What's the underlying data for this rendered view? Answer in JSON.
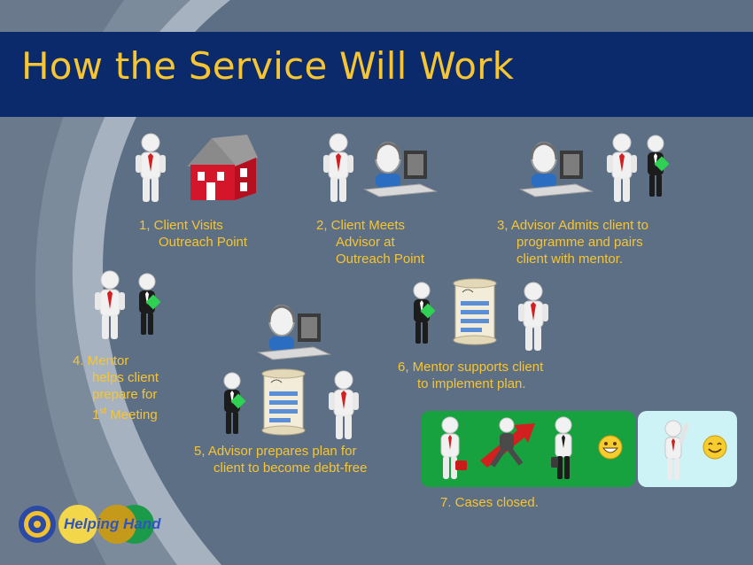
{
  "title": "How the Service Will Work",
  "steps": [
    {
      "lines": [
        "1, Client Visits",
        "Outreach Point"
      ]
    },
    {
      "lines": [
        "2, Client Meets",
        "Advisor at",
        "Outreach Point"
      ]
    },
    {
      "lines": [
        "3, Advisor Admits client to",
        "programme and pairs",
        "client with mentor."
      ]
    },
    {
      "lines": [
        "4.  Mentor",
        "helps client",
        "prepare for"
      ],
      "last_prefix": "1",
      "last_sup": "st",
      "last_suffix": " Meeting"
    },
    {
      "lines": [
        "5, Advisor prepares plan for",
        "client to become debt-free"
      ]
    },
    {
      "lines": [
        "6, Mentor supports client",
        "to implement plan."
      ]
    },
    {
      "lines": [
        "7.  Cases closed."
      ]
    }
  ],
  "logo": {
    "text": "Helping Hand"
  },
  "colors": {
    "title_bar": "#0a2a6b",
    "title_text": "#f7c531",
    "caption_text": "#f7c531",
    "slide_bg": "#5d6f85",
    "panel_green": "#17a23f",
    "panel_light": "#cdf3f7"
  }
}
